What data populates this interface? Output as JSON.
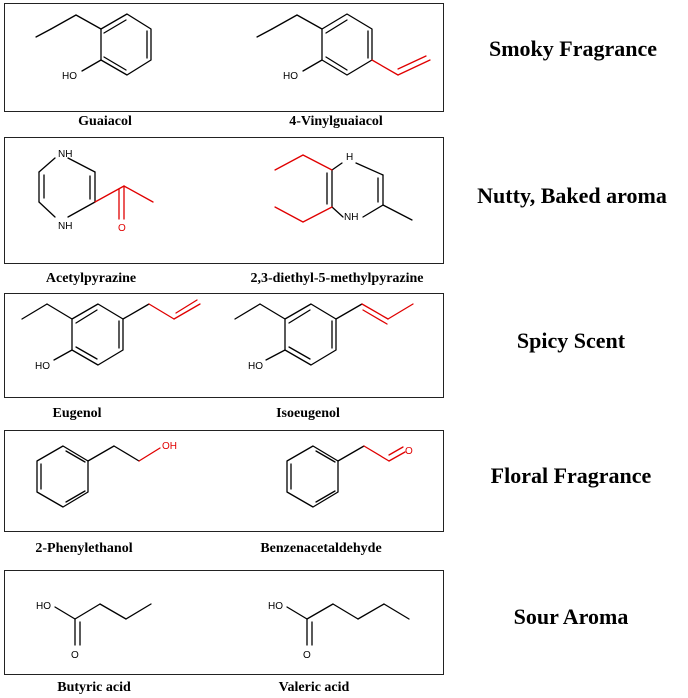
{
  "categories": {
    "smoky": "Smoky Fragrance",
    "nutty": "Nutty, Baked aroma",
    "spicy": "Spicy Scent",
    "floral": "Floral Fragrance",
    "sour": "Sour Aroma"
  },
  "compounds": {
    "guaiacol": "Guaiacol",
    "vinylguaiacol": "4-Vinylguaiacol",
    "acetylpyrazine": "Acetylpyrazine",
    "diethylmethylpyrazine": "2,3-diethyl-5-methylpyrazine",
    "eugenol": "Eugenol",
    "isoeugenol": "Isoeugenol",
    "phenylethanol": "2-Phenylethanol",
    "benzenacetaldehyde": "Benzenacetaldehyde",
    "butyric": "Butyric acid",
    "valeric": "Valeric acid"
  },
  "atoms": {
    "ho": "HO",
    "oh": "OH",
    "nh": "NH",
    "n_h": "H",
    "n": "N",
    "o": "O"
  },
  "colors": {
    "highlight": "#e00000",
    "bond": "#000000"
  }
}
